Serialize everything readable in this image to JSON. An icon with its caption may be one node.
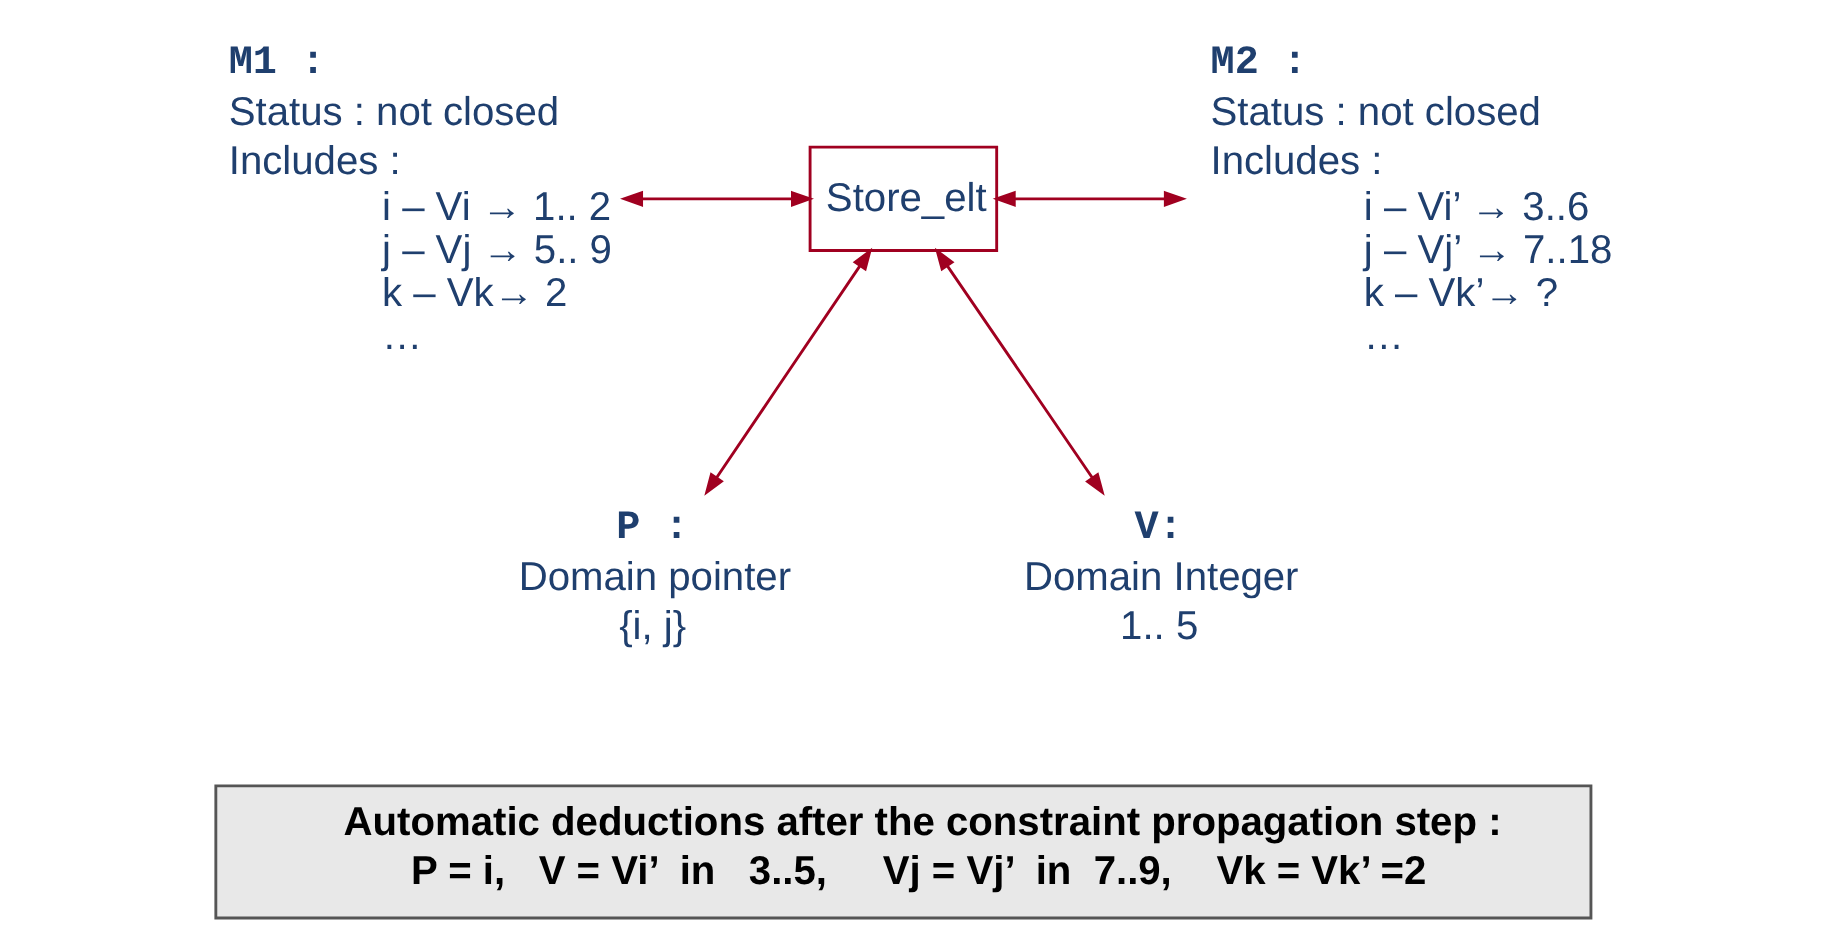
{
  "diagram": {
    "nodes": [
      {
        "text": [
          "M1 :",
          "Status : not closed",
          "Includes :",
          "i – Vi → 1.. 2",
          "j – Vj → 5.. 9",
          "k – Vk→ 2",
          "…"
        ]
      },
      {
        "text": [
          "Store_elt"
        ]
      },
      {
        "text": [
          "M2 :",
          "Status : not closed",
          "Includes :",
          "i – Vi’ → 3..6",
          "j – Vj’ → 7..18",
          "k – Vk’→ ?",
          "…"
        ]
      },
      {
        "text": [
          "P :",
          "Domain pointer",
          "{i, j}"
        ]
      },
      {
        "text": [
          "V:",
          "Domain Integer",
          "1.. 5"
        ]
      },
      {
        "text": [
          "Automatic deductions after the constraint propagation step :",
          "P = i,   V = Vi’  in   3..5,     Vj = Vj’  in  7..9,    Vk = Vk’ =2"
        ]
      }
    ],
    "edges": [
      {
        "from": 1,
        "to": 0,
        "arrow": "both"
      },
      {
        "from": 1,
        "to": 2,
        "arrow": "both"
      },
      {
        "from": 1,
        "to": 3,
        "arrow": "both"
      },
      {
        "from": 1,
        "to": 4,
        "arrow": "both"
      }
    ]
  }
}
